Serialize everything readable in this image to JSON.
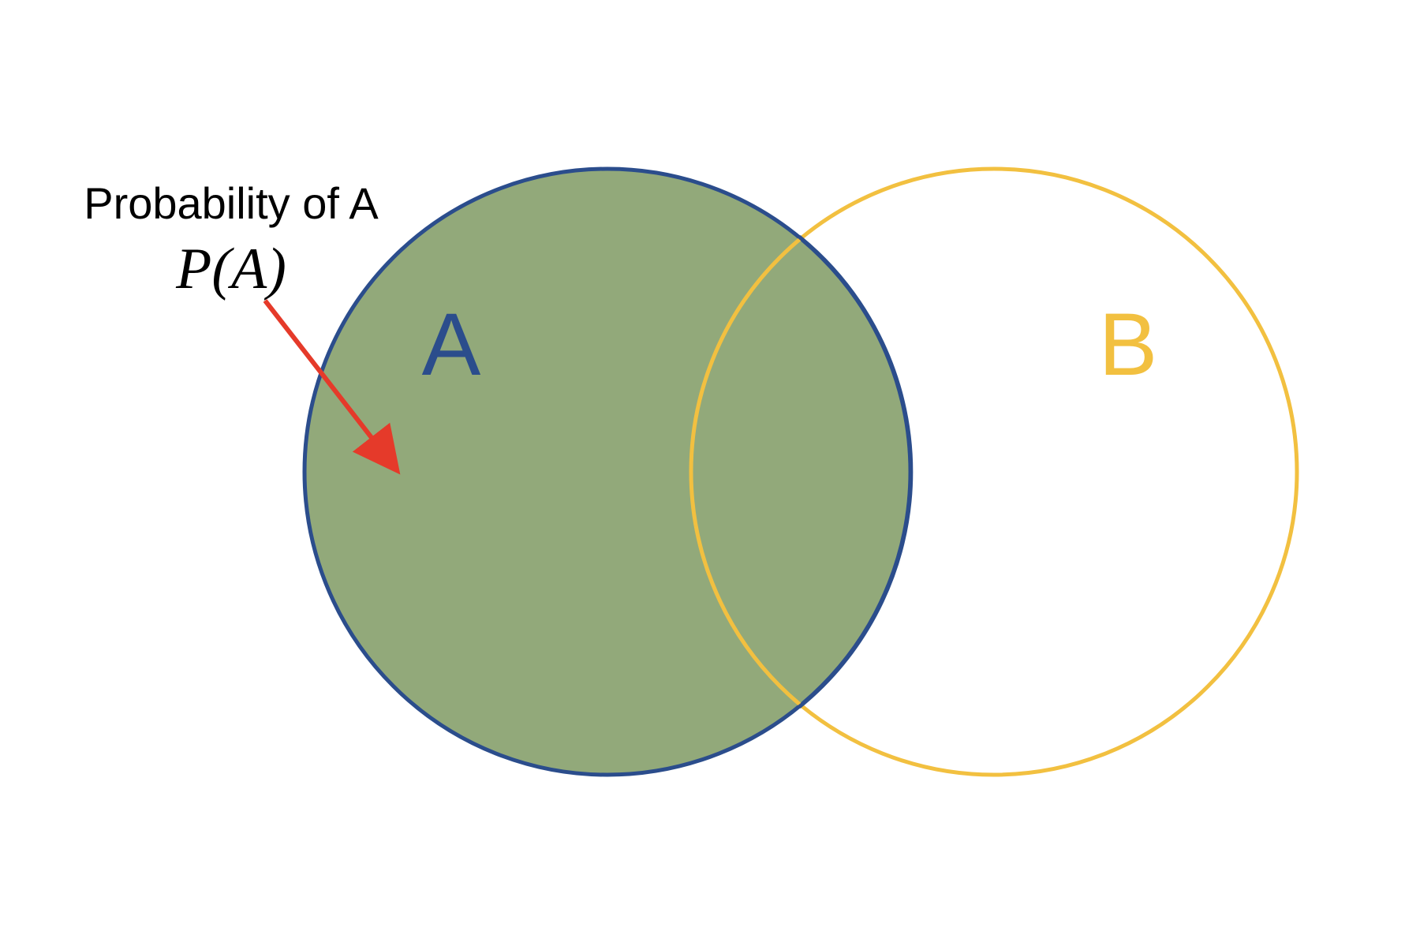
{
  "diagram": {
    "type": "venn",
    "caption": {
      "title": "Probability of A",
      "notation": "P(A)"
    },
    "sets": [
      {
        "id": "A",
        "label": "A",
        "shaded": true,
        "stroke_color": "#2b4d8c",
        "fill_color": "#92a97a",
        "label_color": "#2b4d8c"
      },
      {
        "id": "B",
        "label": "B",
        "shaded": false,
        "stroke_color": "#f2c040",
        "fill_color": "none",
        "label_color": "#f2c040"
      }
    ],
    "arrow": {
      "color": "#e53a2a"
    }
  }
}
